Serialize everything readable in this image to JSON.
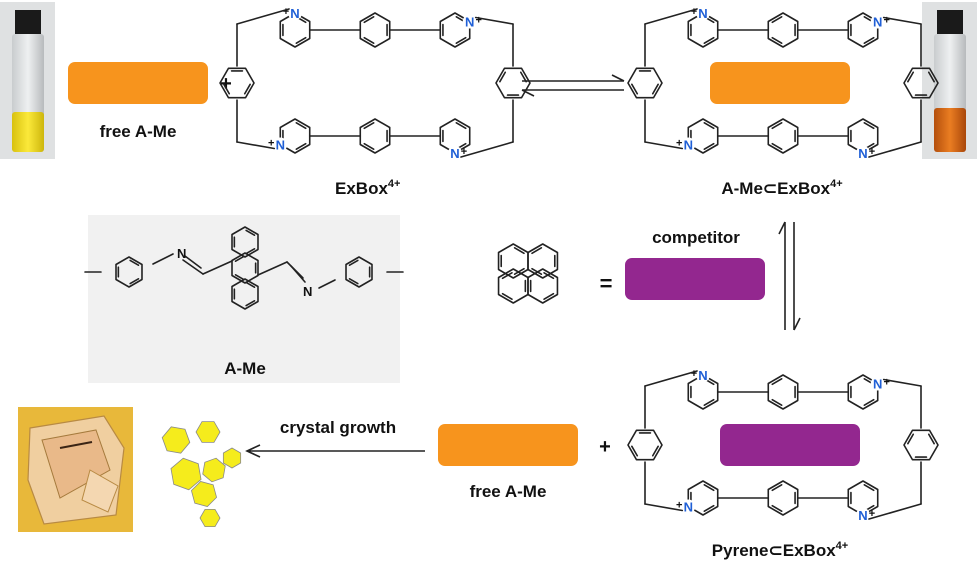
{
  "labels": {
    "free_a_me_top": "free A-Me",
    "free_a_me_bottom": "free A-Me",
    "exbox_base": "ExBox",
    "exbox_sup": "4+",
    "complex_a_base": "A-Me⊂ExBox",
    "complex_a_sup": "4+",
    "complex_p_base": "Pyrene⊂ExBox",
    "complex_p_sup": "4+",
    "competitor": "competitor",
    "a_me_structure": "A-Me",
    "crystal_growth": "crystal growth",
    "plus_sign": "+",
    "equals_sign": "=",
    "n_atom": "N",
    "n_charge": "+"
  },
  "colors": {
    "guest_a_me": "#f7941d",
    "guest_pyrene": "#93278f",
    "nitrogen": "#1f5fd6",
    "structure_panel": "#f1f1f1",
    "vial_yellow": "#f2dc1a",
    "vial_orange": "#d9691a",
    "crystal": "#f5ec1c"
  },
  "icons": [
    "vial-yellow-photo",
    "vial-orange-photo",
    "crystal-photo",
    "hexagon-crystals-icon",
    "pyrene-molecule-icon",
    "equilibrium-arrows-icon",
    "reaction-arrow-icon"
  ]
}
